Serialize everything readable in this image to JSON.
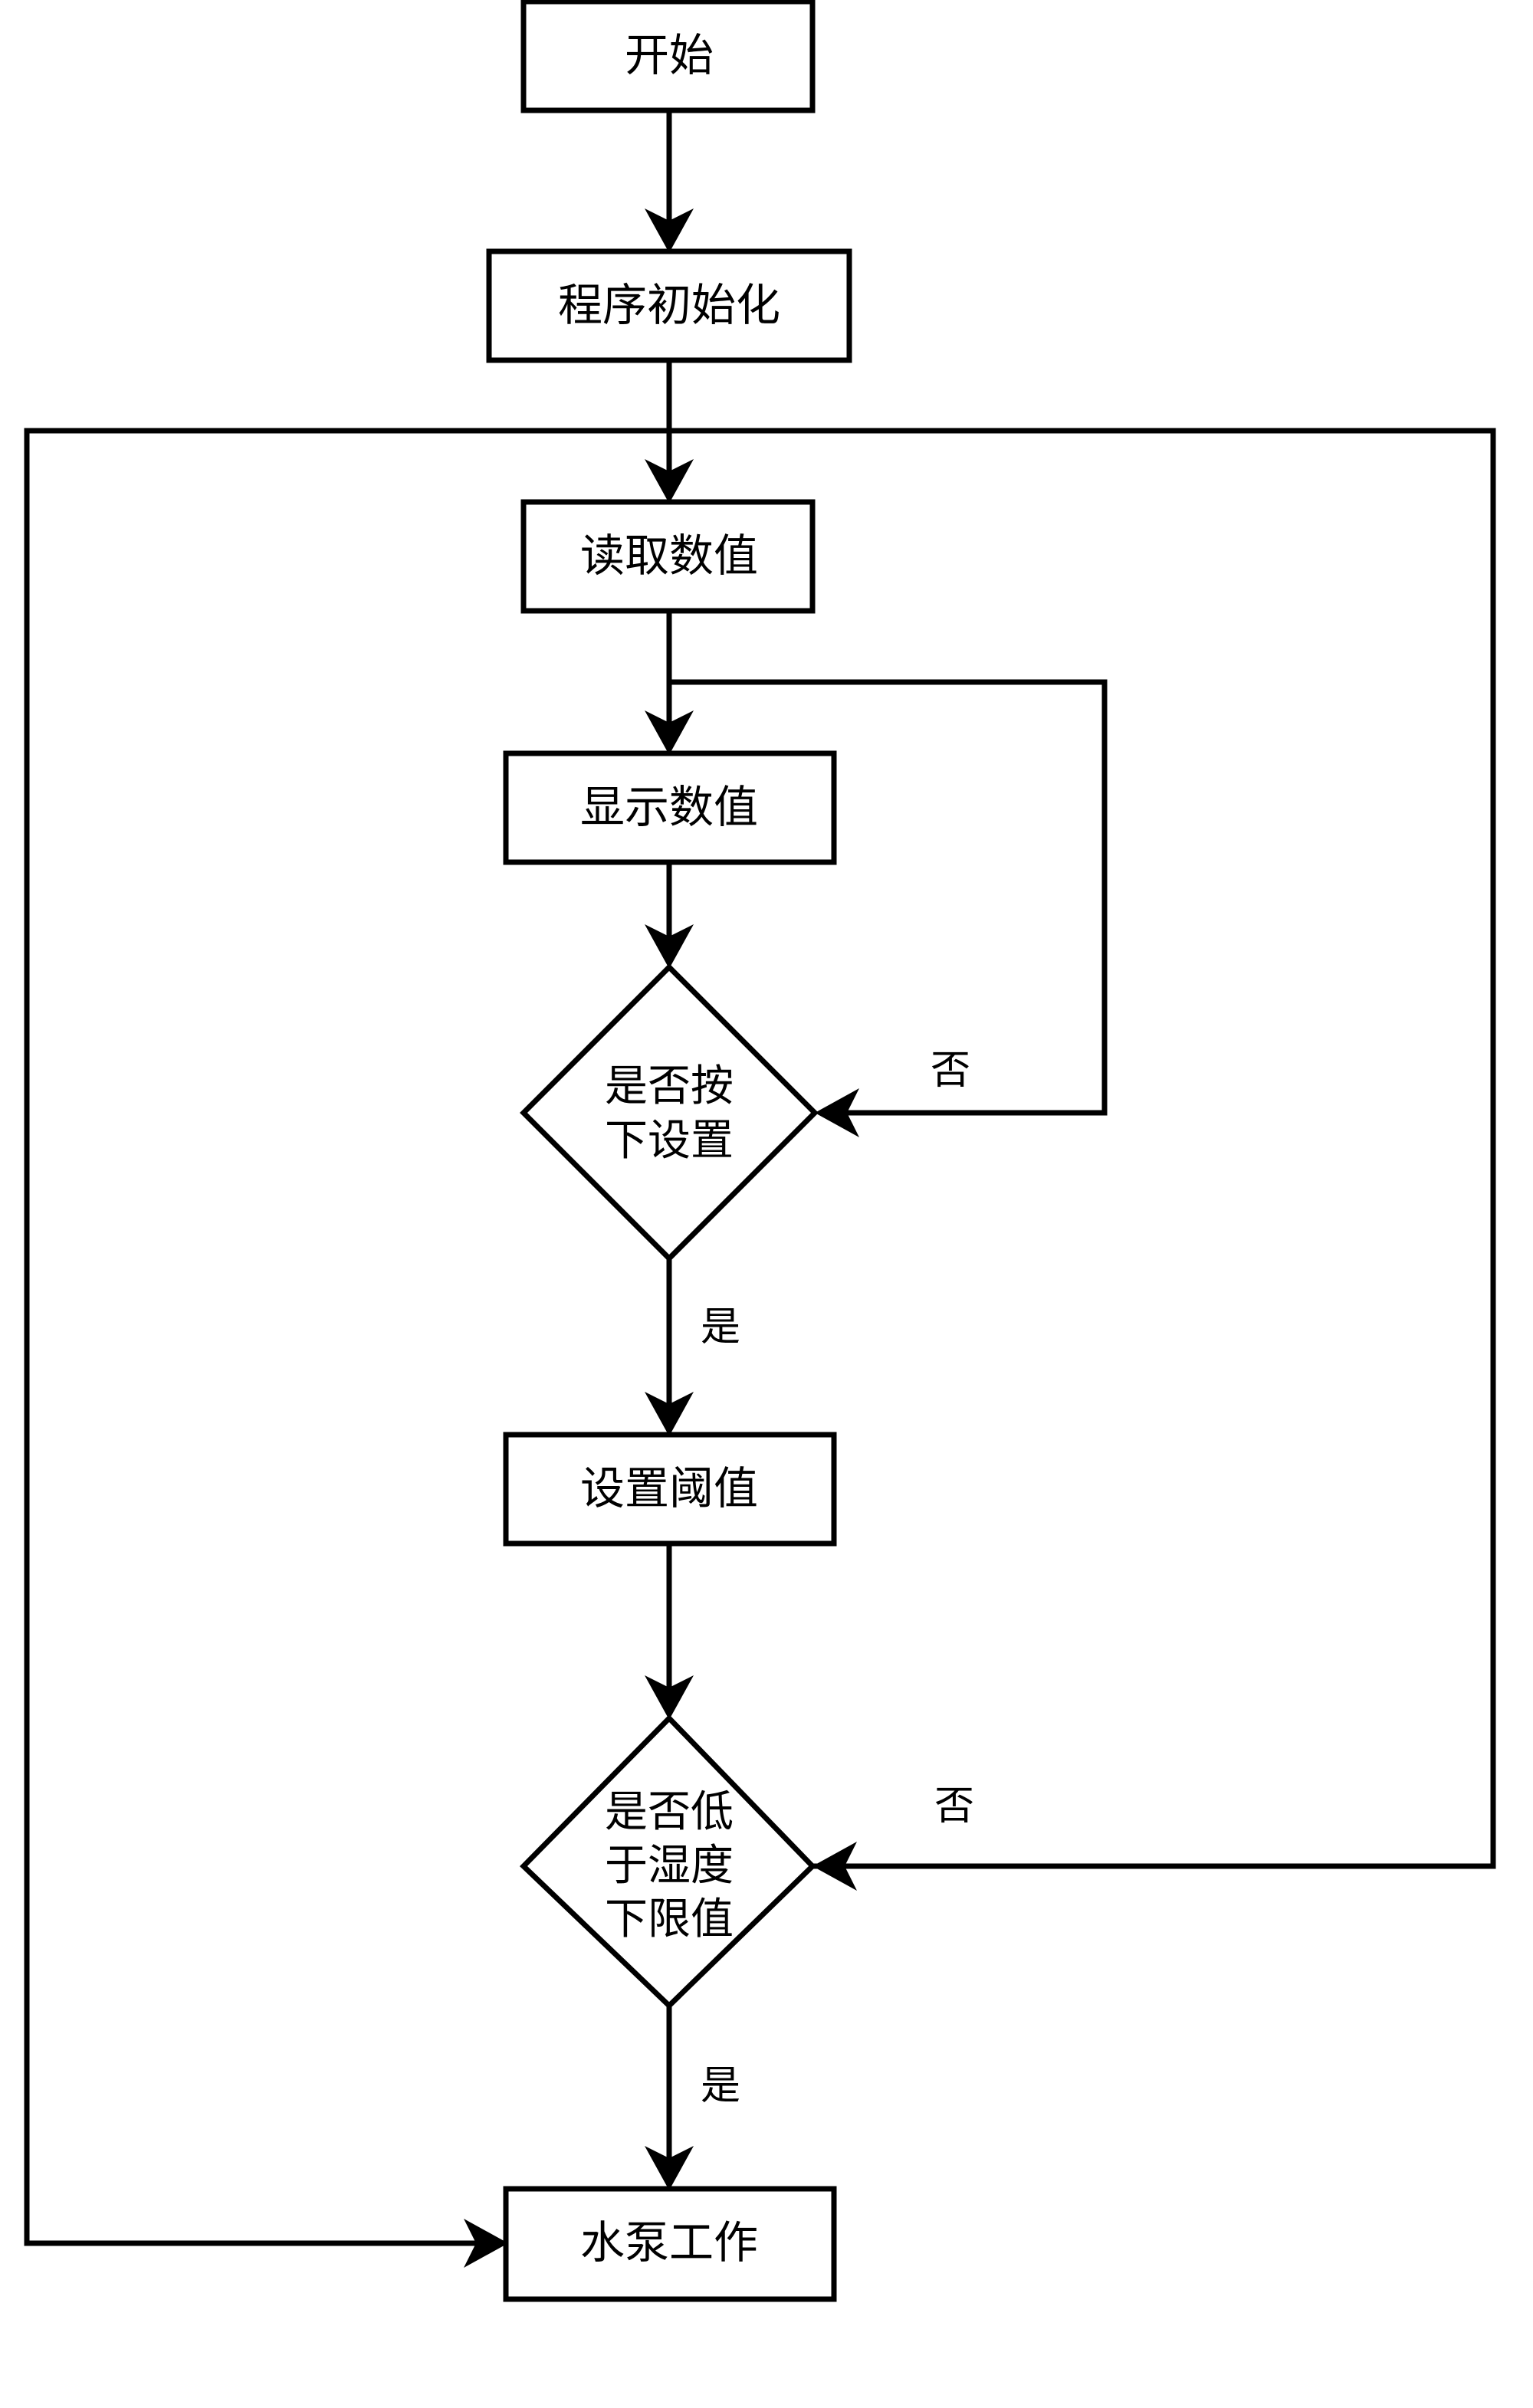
{
  "diagram": {
    "type": "flowchart",
    "orientation": "top-to-bottom",
    "language": "zh-CN",
    "background_color": "#ffffff",
    "line_color": "#000000",
    "nodes": [
      {
        "id": "start",
        "shape": "rectangle",
        "label": "开始"
      },
      {
        "id": "init",
        "shape": "rectangle",
        "label": "程序初始化"
      },
      {
        "id": "read",
        "shape": "rectangle",
        "label": "读取数值"
      },
      {
        "id": "display",
        "shape": "rectangle",
        "label": "显示数值"
      },
      {
        "id": "decision_set",
        "shape": "diamond",
        "label_line1": "是否按",
        "label_line2": "下设置"
      },
      {
        "id": "set_thresh",
        "shape": "rectangle",
        "label": "设置阈值"
      },
      {
        "id": "decision_hum",
        "shape": "diamond",
        "label_line1": "是否低",
        "label_line2": "于湿度",
        "label_line3": "下限值"
      },
      {
        "id": "pump",
        "shape": "rectangle",
        "label": "水泵工作"
      }
    ],
    "edge_labels": {
      "decision_set_no": "否",
      "decision_set_yes": "是",
      "decision_hum_no": "否",
      "decision_hum_yes": "是"
    },
    "edges": [
      {
        "from": "start",
        "to": "init",
        "label": ""
      },
      {
        "from": "init",
        "to": "read",
        "label": ""
      },
      {
        "from": "read",
        "to": "display",
        "label": ""
      },
      {
        "from": "display",
        "to": "decision_set",
        "label": ""
      },
      {
        "from": "decision_set",
        "to": "display",
        "label": "否"
      },
      {
        "from": "decision_set",
        "to": "set_thresh",
        "label": "是"
      },
      {
        "from": "set_thresh",
        "to": "decision_hum",
        "label": ""
      },
      {
        "from": "decision_hum",
        "to": "read",
        "label": "否"
      },
      {
        "from": "decision_hum",
        "to": "pump",
        "label": "是"
      },
      {
        "from": "pump",
        "to": "read",
        "label": ""
      }
    ]
  }
}
